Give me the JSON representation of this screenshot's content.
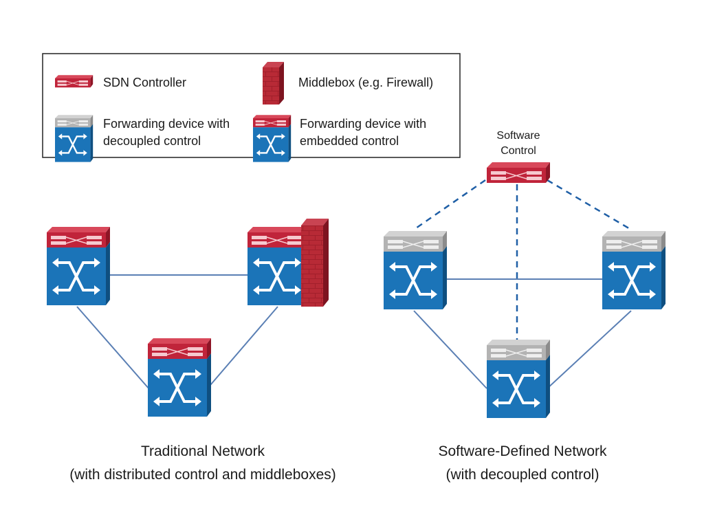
{
  "legend": {
    "sdn_controller": "SDN Controller",
    "middlebox": "Middlebox (e.g. Firewall)",
    "fwd_decoupled_line1": "Forwarding device with",
    "fwd_decoupled_line2": "decoupled control",
    "fwd_embedded_line1": "Forwarding device with",
    "fwd_embedded_line2": "embedded control"
  },
  "sdn": {
    "controller_label_line1": "Software",
    "controller_label_line2": "Control",
    "caption_line1": "Software-Defined Network",
    "caption_line2": "(with decoupled control)"
  },
  "traditional": {
    "caption_line1": "Traditional Network",
    "caption_line2": "(with distributed control and middleboxes)"
  },
  "colors": {
    "switch_blue": "#1b74b8",
    "controller_red": "#c0243a",
    "decoupled_gray": "#b9b9b9",
    "link_line": "#5a7fb4"
  }
}
